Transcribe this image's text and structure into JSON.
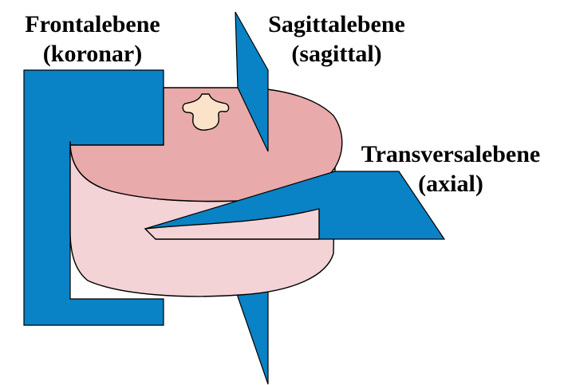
{
  "labels": {
    "frontal_line1": "Frontalebene",
    "frontal_line2": "(koronar)",
    "sagittal_line1": "Sagittalebene",
    "sagittal_line2": "(sagittal)",
    "transversal_line1": "Transversalebene",
    "transversal_line2": "(axial)"
  },
  "colors": {
    "plane": "#0a82c6",
    "slab_top": "#e8aaaa",
    "slab_side": "#f3d3d5",
    "vertebra": "#fbe3c9",
    "outline": "#000000"
  }
}
